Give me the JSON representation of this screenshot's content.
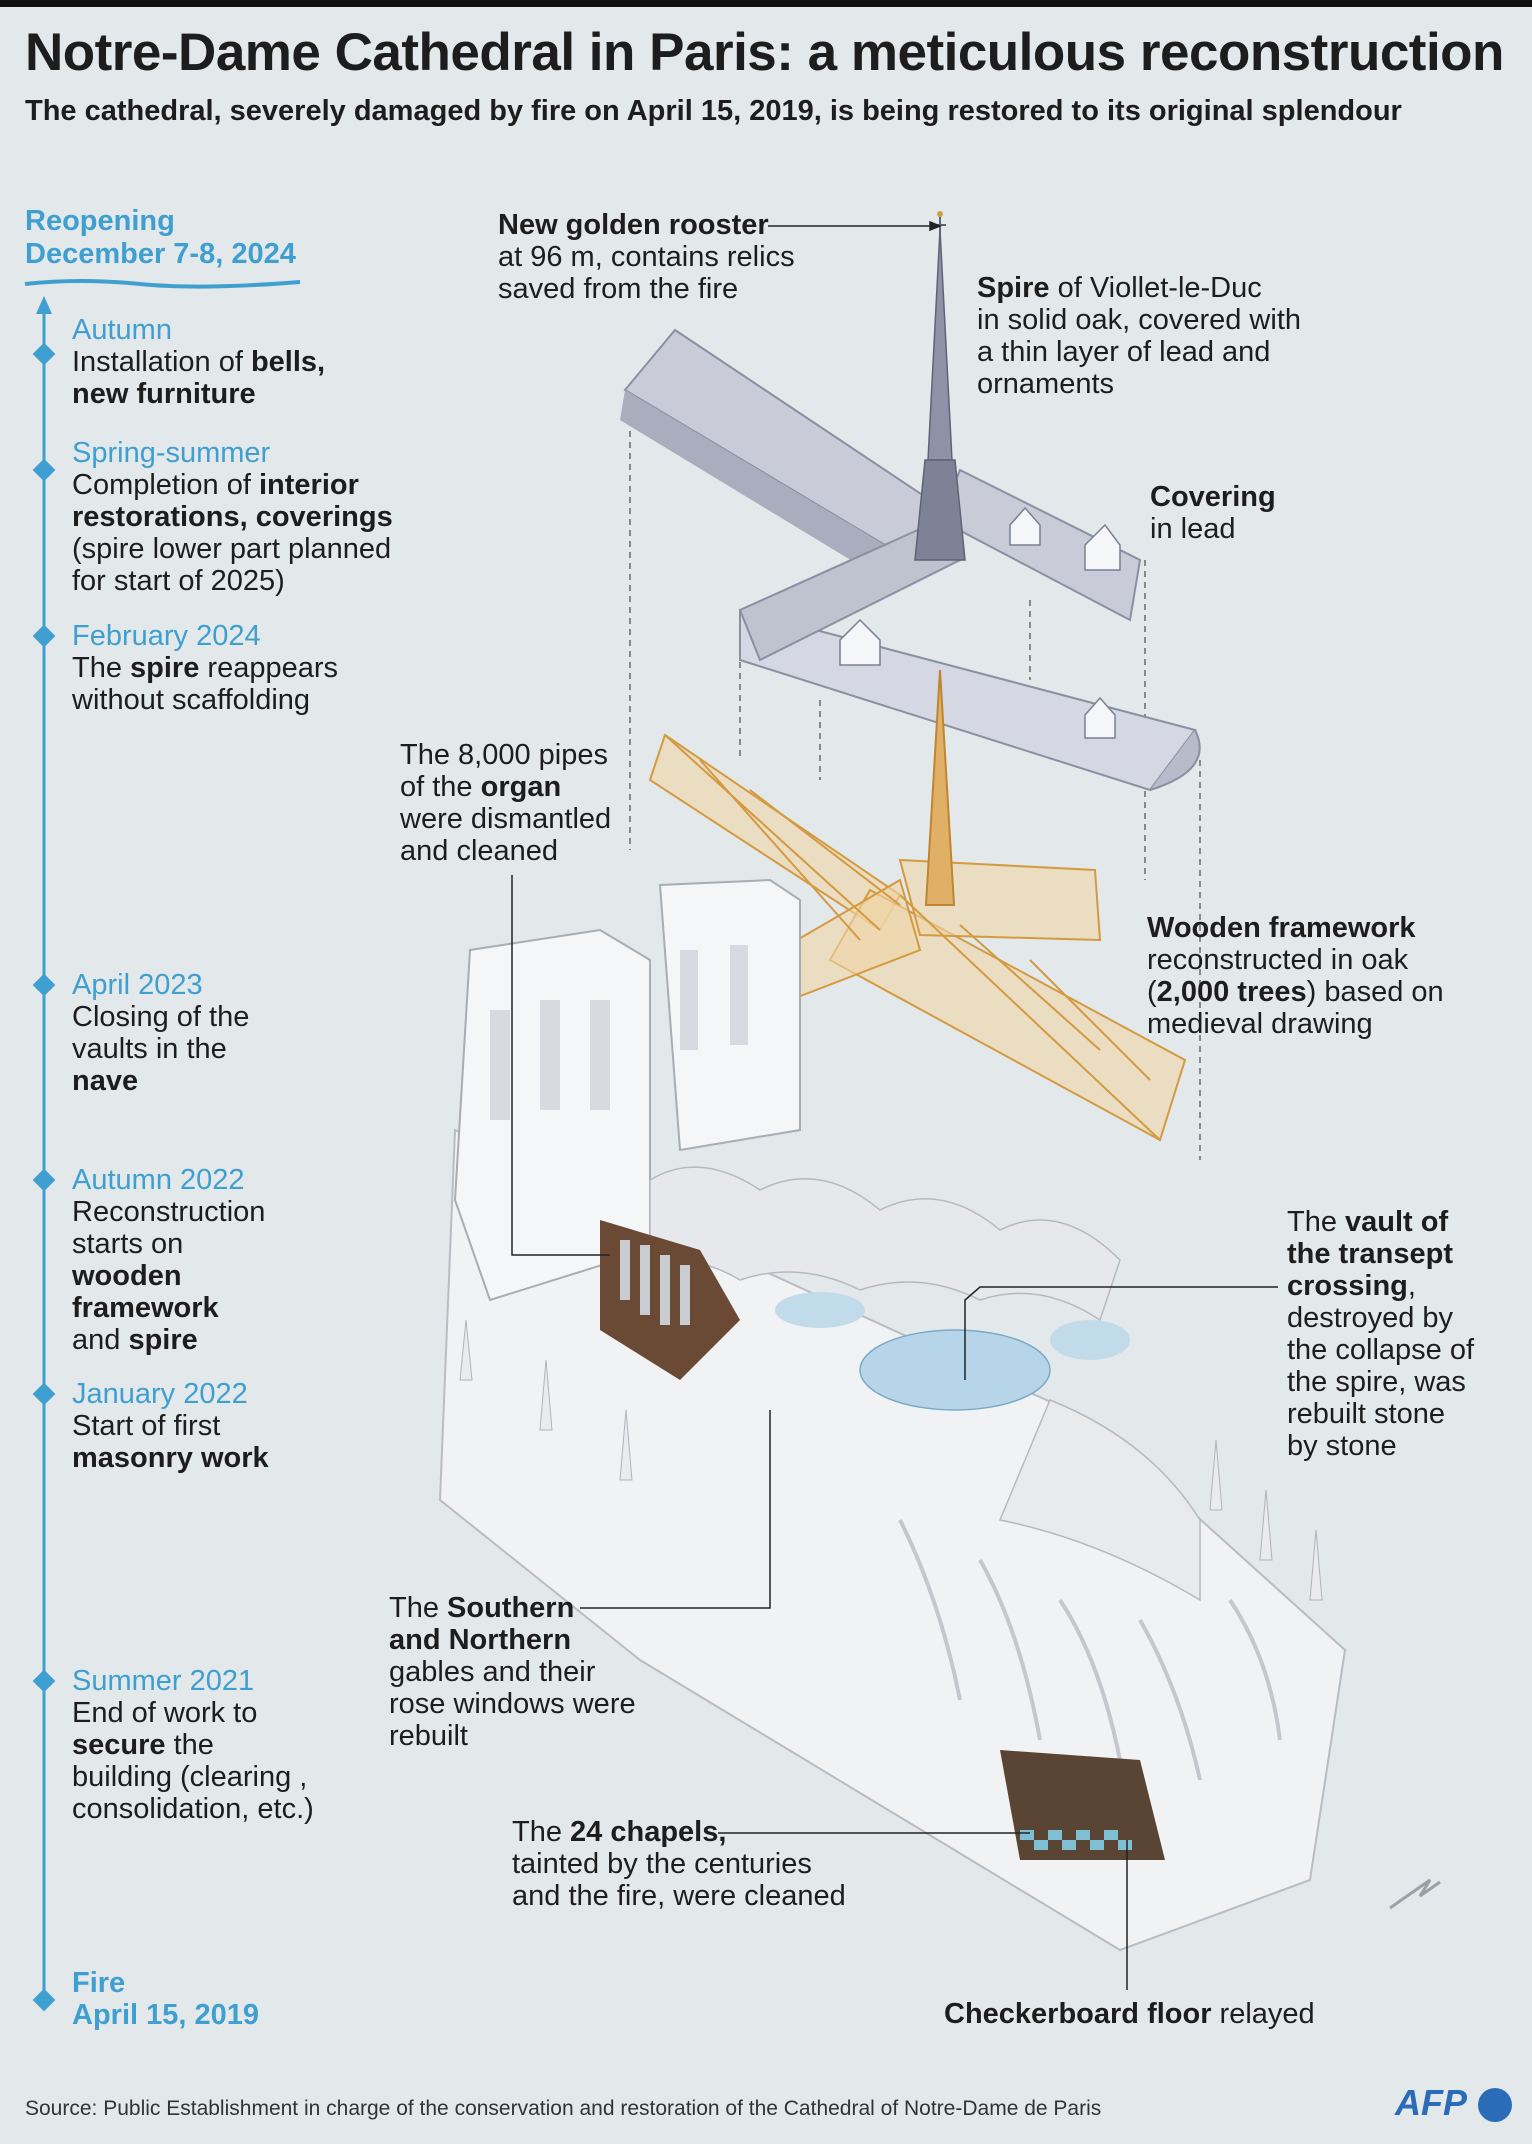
{
  "title": "Notre-Dame Cathedral in Paris: a meticulous reconstruction",
  "subtitle": "The cathedral, severely damaged by fire on April 15, 2019, is being restored to its original splendour",
  "timeline": {
    "head_line1": "Reopening",
    "head_line2": "December 7-8, 2024",
    "items": [
      {
        "date": "Autumn",
        "t1": "Installation of ",
        "b1": "bells,",
        "b2": "new furniture"
      },
      {
        "date": "Spring-summer",
        "t1": "Completion of ",
        "b1": "interior",
        "b2": "restorations, coverings",
        "t3": "(spire lower part planned",
        "t4": "for start of 2025)"
      },
      {
        "date": "February 2024",
        "t1": "The ",
        "b1": "spire",
        "t2": " reappears",
        "t3": "without scaffolding"
      },
      {
        "date": "April 2023",
        "t1": "Closing of the",
        "t2": "vaults in the",
        "b1": "nave"
      },
      {
        "date": "Autumn 2022",
        "t1": "Reconstruction",
        "t2": "starts on",
        "b1": "wooden",
        "b2": "framework",
        "t3": "and ",
        "b3": "spire"
      },
      {
        "date": "January 2022",
        "t1": "Start of first",
        "b1": "masonry work"
      },
      {
        "date": "Summer 2021",
        "t1": "End of work to",
        "b1": "secure",
        "t2": " the",
        "t3": "building (clearing ,",
        "t4": "consolidation, etc.)"
      },
      {
        "date_l1": "Fire",
        "date_l2": "April 15, 2019"
      }
    ]
  },
  "annotations": {
    "rooster": {
      "bold": "New golden rooster",
      "l2": "at 96 m, contains relics",
      "l3": "saved from the fire"
    },
    "spire": {
      "bold": "Spire",
      "l1": " of Viollet-le-Duc",
      "l2": "in solid oak, covered with",
      "l3": "a thin layer of lead and",
      "l4": "ornaments"
    },
    "covering": {
      "bold": "Covering",
      "l2": "in lead"
    },
    "organ": {
      "l1": "The 8,000 pipes",
      "l2a": "of the ",
      "l2b": "organ",
      "l3": "were dismantled",
      "l4": "and cleaned"
    },
    "framework": {
      "bold": "Wooden framework",
      "l2": "reconstructed in oak",
      "l3a": "(",
      "l3b": "2,000 trees",
      "l3c": ") based on",
      "l4": "medieval drawing"
    },
    "vault": {
      "l1a": "The ",
      "l1b": "vault of",
      "l2": "the transept",
      "l3a": "crossing",
      "l3b": ",",
      "l4": "destroyed by",
      "l5": "the collapse of",
      "l6": "the spire, was",
      "l7": "rebuilt stone",
      "l8": "by stone"
    },
    "gables": {
      "l1a": "The ",
      "l1b": "Southern",
      "l2": "and Northern",
      "l3": "gables and their",
      "l4": "rose windows were",
      "l5": "rebuilt"
    },
    "chapels": {
      "l1a": "The ",
      "l1b": "24 chapels,",
      "l2": "tainted by the centuries",
      "l3": "and the fire, were cleaned"
    },
    "floor": {
      "bold": "Checkerboard floor",
      "rest": " relayed"
    }
  },
  "source": "Source: Public Establishment in charge of the conservation and restoration of the Cathedral of Notre-Dame de Paris",
  "logo": "AFP",
  "colors": {
    "accent": "#3f9fd0",
    "wood": "#e0b066",
    "roof": "#c9ccd8",
    "stone": "#f1f2f3",
    "background": "#e3e8ea"
  }
}
